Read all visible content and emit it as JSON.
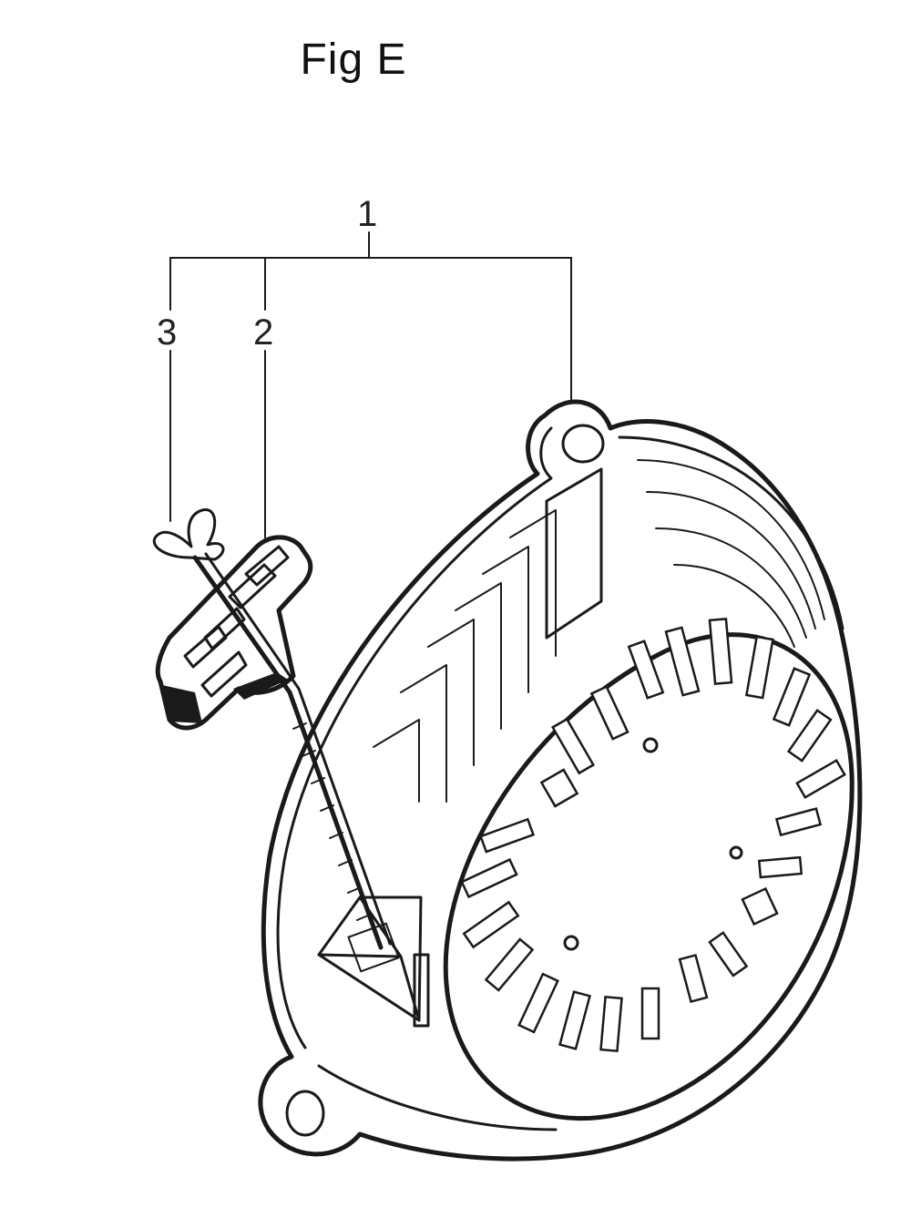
{
  "figure": {
    "title": "Fig E"
  },
  "callouts": [
    {
      "id": "1",
      "label": "1"
    },
    {
      "id": "2",
      "label": "2"
    },
    {
      "id": "3",
      "label": "3"
    }
  ],
  "colors": {
    "ink": "#1a1a1a",
    "background": "#ffffff"
  }
}
